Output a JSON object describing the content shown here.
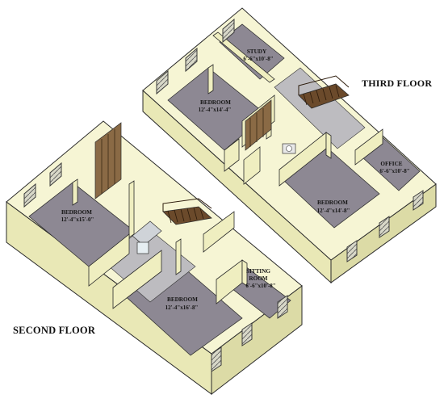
{
  "floors": {
    "third": {
      "label": "THIRD FLOOR",
      "rooms": [
        {
          "name": "STUDY",
          "dims": "6'-6\"x10'-8\""
        },
        {
          "name": "BEDROOM",
          "dims": "12'-4\"x14'-4\""
        },
        {
          "name": "BEDROOM",
          "dims": "12'-4\"x14'-8\""
        },
        {
          "name": "OFFICE",
          "dims": "6'-6\"x10'-8\""
        }
      ]
    },
    "second": {
      "label": "SECOND FLOOR",
      "rooms": [
        {
          "name": "BEDROOM",
          "dims": "12'-4\"x15'-0\""
        },
        {
          "name": "SITTING",
          "name2": "ROOM",
          "dims": "6'-6\"x10'-8\""
        },
        {
          "name": "BEDROOM",
          "dims": "12'-4\"x16'-8\""
        }
      ]
    }
  },
  "colors": {
    "wall_side": "#efeec0",
    "wall_top": "#f7f6d6",
    "floor_carpet": "#8d8893",
    "floor_tile": "#bdbcc0",
    "outline": "#2b2b2b",
    "stair_wood": "#6b4a2b",
    "window_frame": "#3a3a3a"
  }
}
